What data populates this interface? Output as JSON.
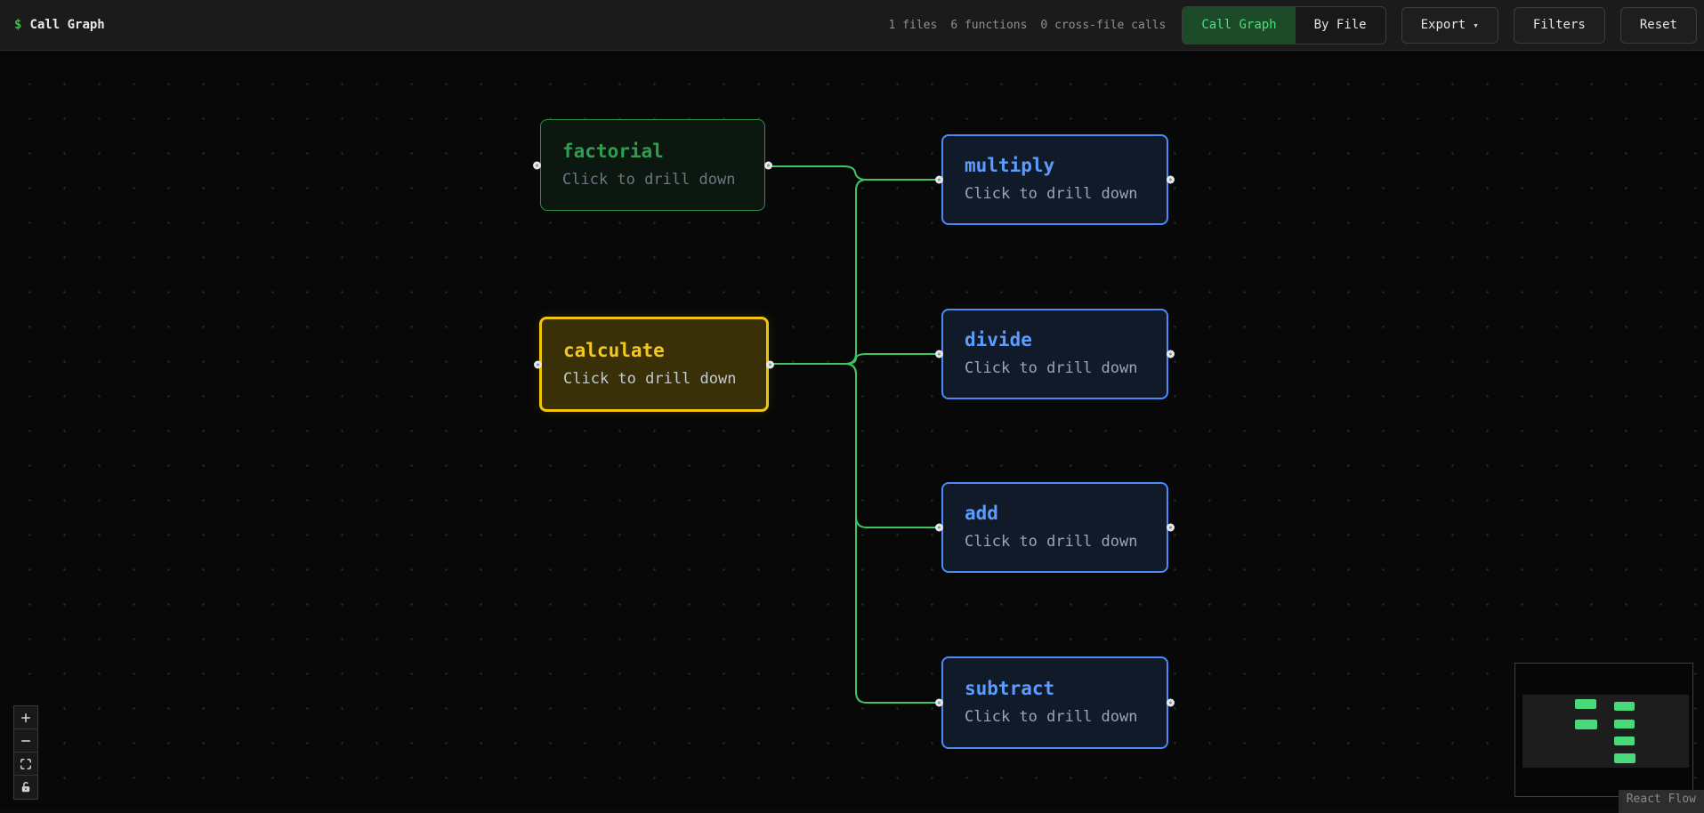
{
  "header": {
    "prompt_symbol": "$",
    "title": "Call Graph",
    "stats": [
      "1 files",
      "6 functions",
      "0 cross-file calls"
    ],
    "tabs": [
      {
        "label": "Call Graph",
        "active": true
      },
      {
        "label": "By File",
        "active": false
      }
    ],
    "export_label": "Export",
    "export_caret": "▾",
    "filters_label": "Filters",
    "reset_label": "Reset"
  },
  "nodes": [
    {
      "id": "factorial",
      "label": "factorial",
      "subtitle": "Click to drill down",
      "style": "green"
    },
    {
      "id": "calculate",
      "label": "calculate",
      "subtitle": "Click to drill down",
      "style": "yellow-selected"
    },
    {
      "id": "multiply",
      "label": "multiply",
      "subtitle": "Click to drill down",
      "style": "blue"
    },
    {
      "id": "divide",
      "label": "divide",
      "subtitle": "Click to drill down",
      "style": "blue"
    },
    {
      "id": "add",
      "label": "add",
      "subtitle": "Click to drill down",
      "style": "blue"
    },
    {
      "id": "subtract",
      "label": "subtract",
      "subtitle": "Click to drill down",
      "style": "blue"
    }
  ],
  "edges": [
    {
      "from": "factorial",
      "to": "multiply"
    },
    {
      "from": "calculate",
      "to": "multiply"
    },
    {
      "from": "calculate",
      "to": "divide"
    },
    {
      "from": "calculate",
      "to": "add"
    },
    {
      "from": "calculate",
      "to": "subtract"
    }
  ],
  "controls": {
    "zoom_in": "zoom in",
    "zoom_out": "zoom out",
    "fit_view": "fit view",
    "lock": "toggle interactivity (unlocked)"
  },
  "attribution": "React Flow",
  "colors": {
    "accent_green": "#3fb950",
    "edge_green": "#41c463",
    "active_tab_bg": "#1d4b2a",
    "active_tab_text": "#4ade80",
    "node_green_border": "#2d9248",
    "node_yellow": "#f2c40e",
    "node_blue_border": "#4a8cf7",
    "minimap_node": "#48d97a"
  }
}
